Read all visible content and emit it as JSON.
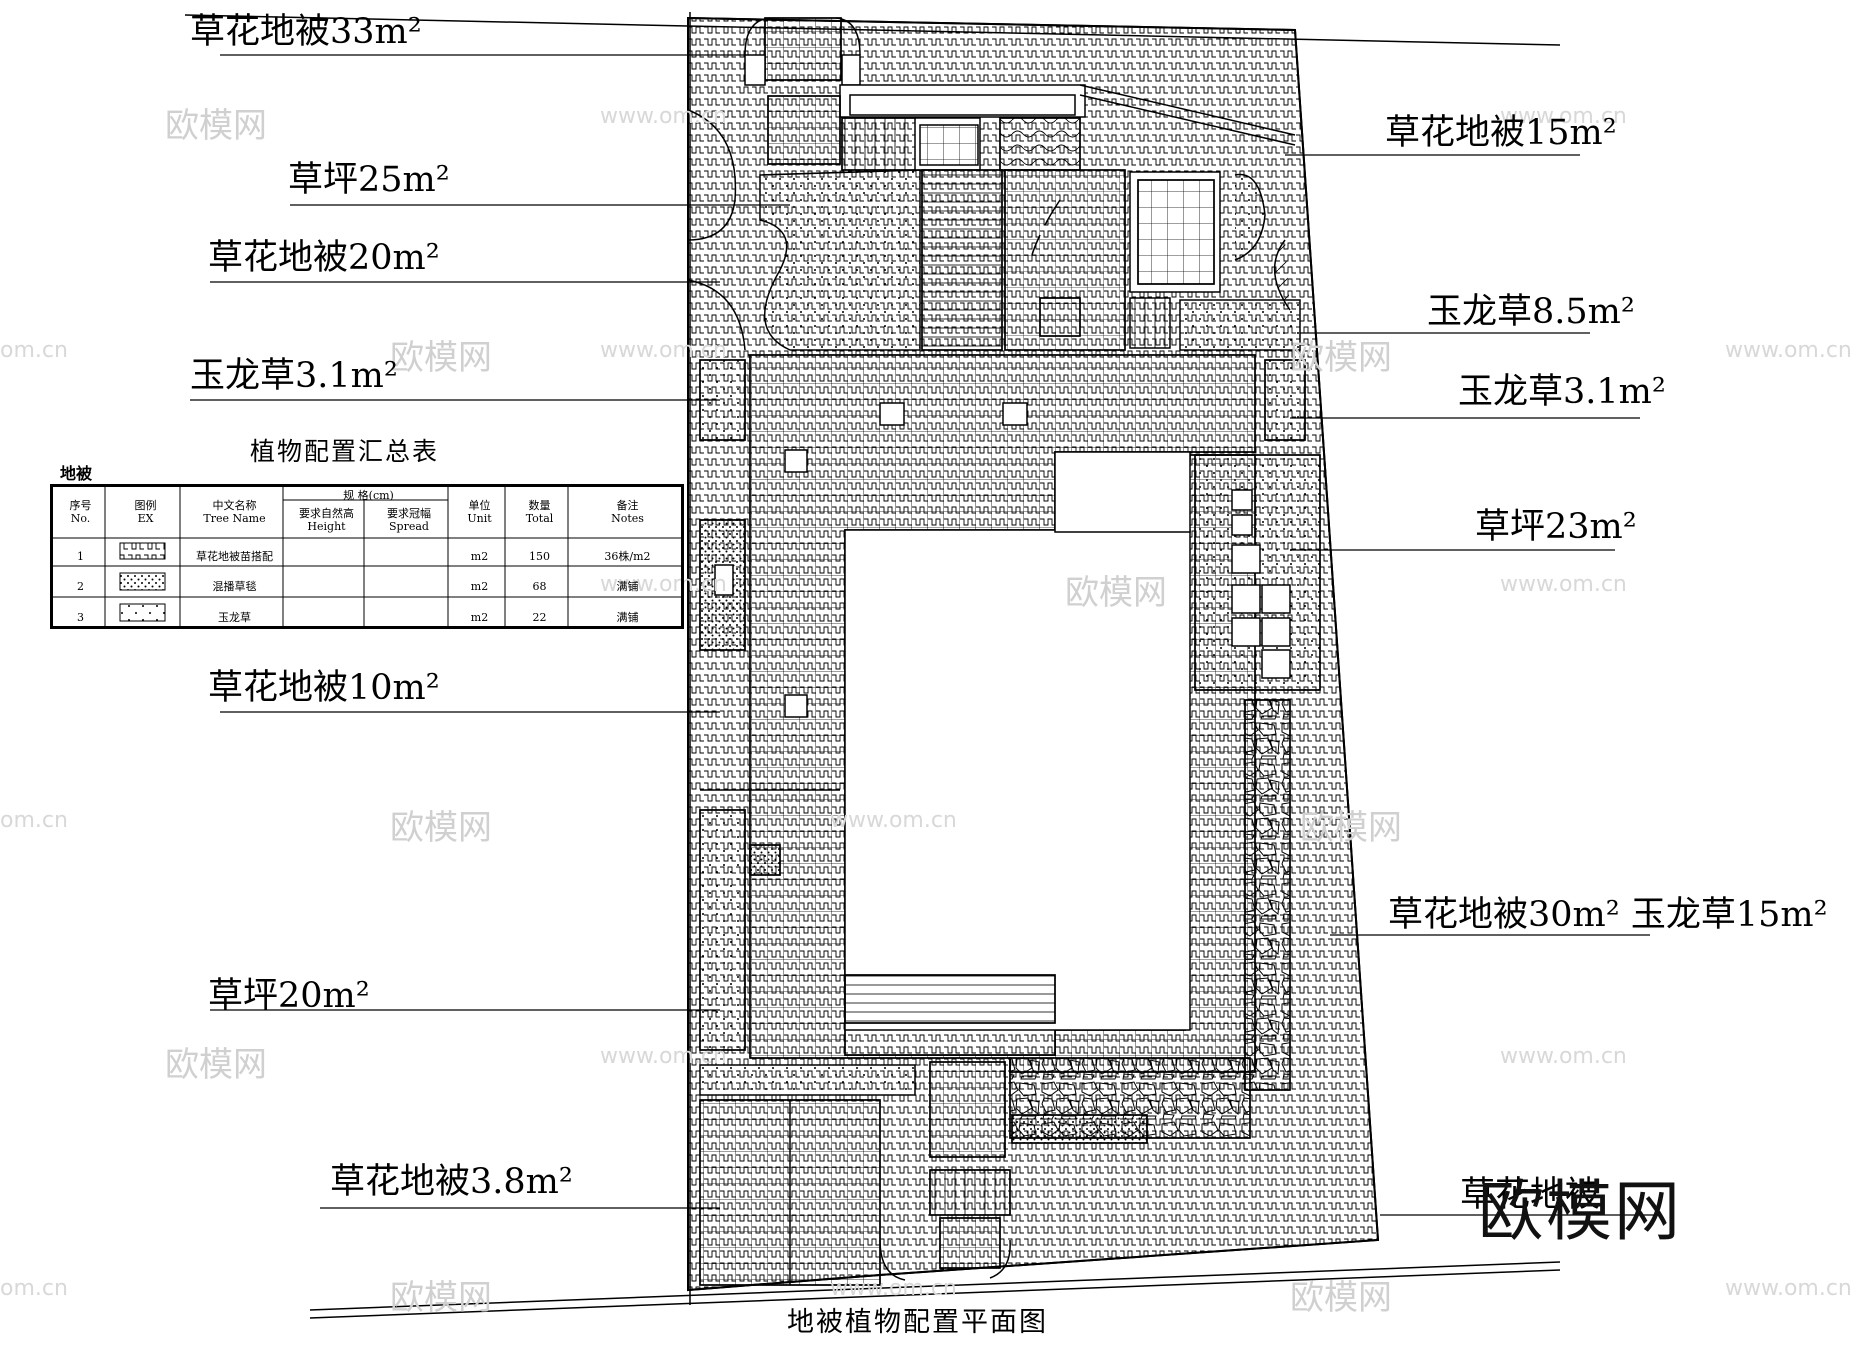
{
  "drawing_title": "地被植物配置平面图",
  "callouts": {
    "c1": "草花地被33m²",
    "c2": "草坪25m²",
    "c3": "草花地被20m²",
    "c4": "玉龙草3.1m²",
    "c5": "草花地被10m²",
    "c6": "草坪20m²",
    "c7": "草花地被3.8m²",
    "c8": "草花地被15m²",
    "c9": "玉龙草8.5m²",
    "c10": "玉龙草3.1m²",
    "c11": "草坪23m²",
    "c12": "草花地被30m² 玉龙草15m²",
    "c13": "草花地被"
  },
  "table": {
    "title": "植物配置汇总表",
    "subtitle": "地被",
    "headers": {
      "no_cn": "序号",
      "no_en": "No.",
      "ex_cn": "图例",
      "ex_en": "EX",
      "name_cn": "中文名称",
      "name_en": "Tree Name",
      "spec": "规  格(cm)",
      "height_cn": "要求自然高",
      "height_en": "Height",
      "spread_cn": "要求冠幅",
      "spread_en": "Spread",
      "unit_cn": "单位",
      "unit_en": "Unit",
      "total_cn": "数量",
      "total_en": "Total",
      "notes_cn": "备注",
      "notes_en": "Notes"
    },
    "rows": [
      {
        "no": "1",
        "name": "草花地被苗搭配",
        "unit": "m2",
        "total": "150",
        "notes": "36株/m2",
        "pattern": "zigzag"
      },
      {
        "no": "2",
        "name": "混播草毯",
        "unit": "m2",
        "total": "68",
        "notes": "满铺",
        "pattern": "dense-dots"
      },
      {
        "no": "3",
        "name": "玉龙草",
        "unit": "m2",
        "total": "22",
        "notes": "满铺",
        "pattern": "sparse-dots"
      }
    ]
  },
  "watermarks": {
    "brand": "欧模网",
    "url": "www.om.cn",
    "url_short": "om.cn"
  }
}
